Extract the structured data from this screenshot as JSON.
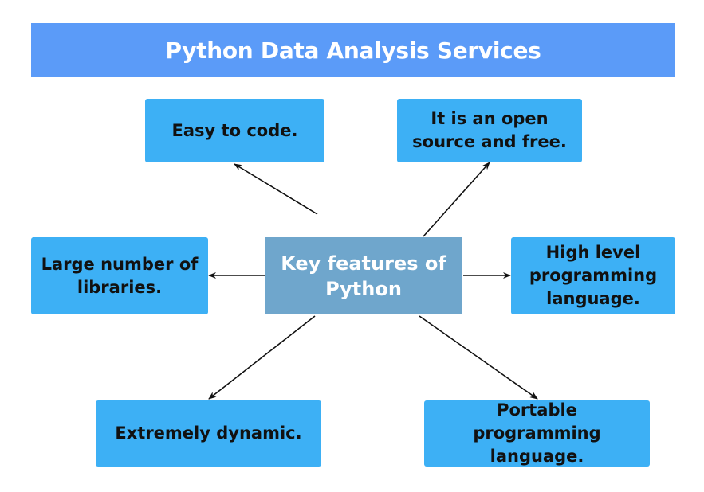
{
  "title": "Python Data Analysis Services",
  "center": {
    "label": "Key features of Python"
  },
  "features": [
    {
      "id": "easy",
      "label": "Easy to code."
    },
    {
      "id": "open",
      "label": "It is an open source and free."
    },
    {
      "id": "libs",
      "label": "Large number of libraries."
    },
    {
      "id": "high",
      "label": "High level programming language."
    },
    {
      "id": "dynamic",
      "label": "Extremely dynamic."
    },
    {
      "id": "portable",
      "label": "Portable programming language."
    }
  ],
  "colors": {
    "banner": "#5b9bf8",
    "feature_box": "#3db0f5",
    "center_box": "#6fa6cc",
    "arrow": "#111111"
  }
}
